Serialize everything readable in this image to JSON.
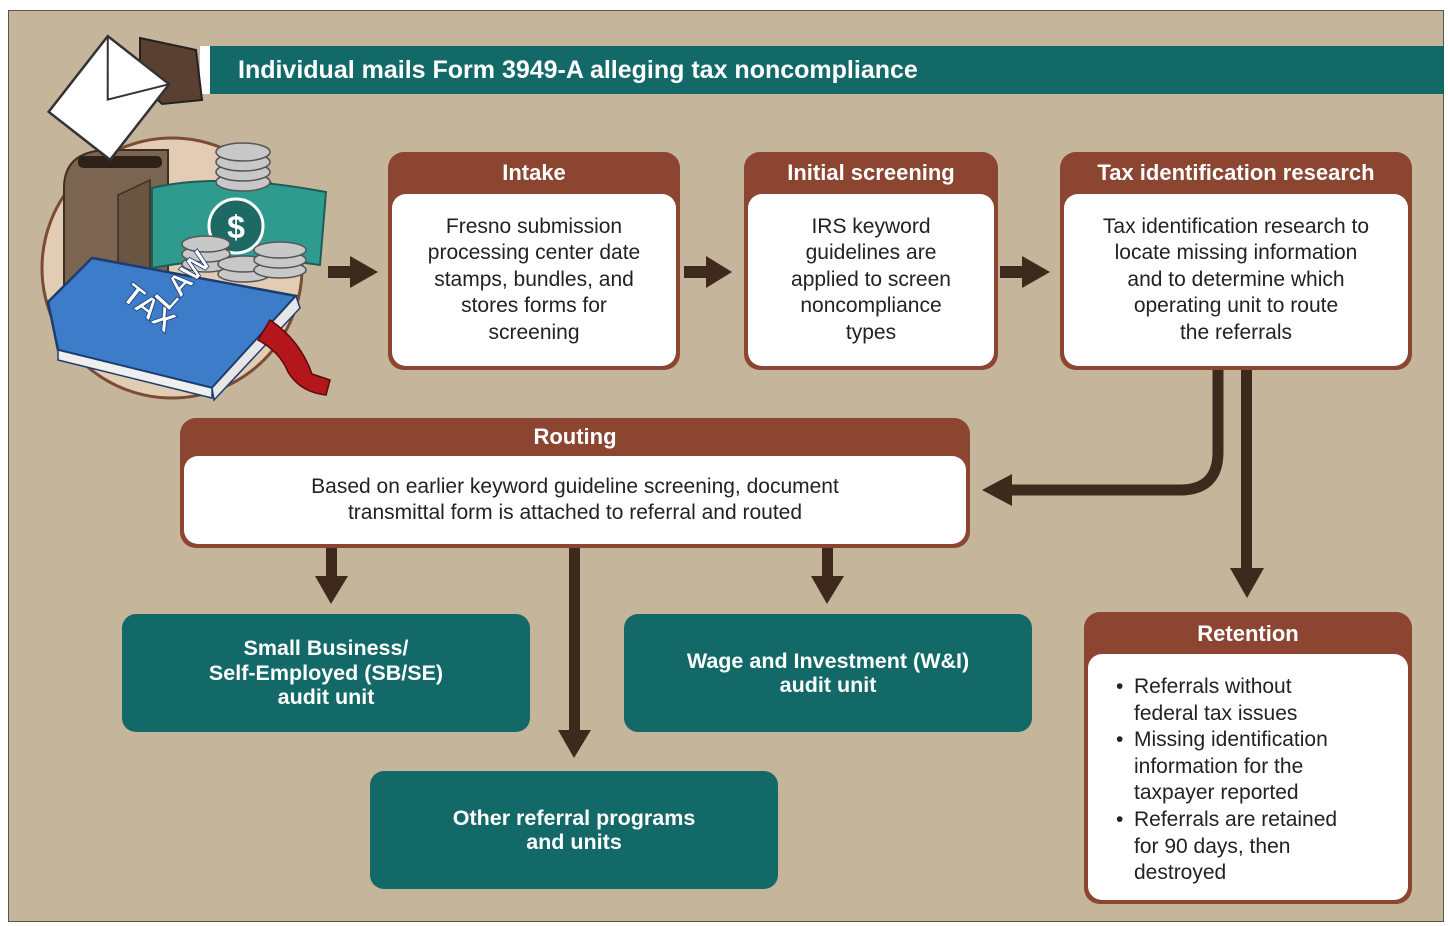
{
  "title": "Individual mails Form 3949-A alleging tax noncompliance",
  "illustration": {
    "book_text_1": "TAX",
    "book_text_2": "LAW",
    "currency_symbol": "$"
  },
  "steps": [
    {
      "id": "intake",
      "title": "Intake",
      "text": "Fresno submission\nprocessing center date\nstamps, bundles, and\nstores forms for\nscreening"
    },
    {
      "id": "screening",
      "title": "Initial screening",
      "text": "IRS keyword\nguidelines are\napplied to screen\nnoncompliance\ntypes"
    },
    {
      "id": "research",
      "title": "Tax identification research",
      "text": "Tax identification research to\nlocate missing information\nand to determine which\noperating unit to route\nthe referrals"
    },
    {
      "id": "routing",
      "title": "Routing",
      "text": "Based on earlier keyword guideline screening, document\ntransmittal form is attached to referral and routed"
    }
  ],
  "units": [
    {
      "id": "sbse",
      "text": "Small Business/\nSelf-Employed (SB/SE)\naudit unit"
    },
    {
      "id": "wi",
      "text": "Wage and Investment (W&I)\naudit unit"
    },
    {
      "id": "other",
      "text": "Other referral programs\nand units"
    }
  ],
  "retention": {
    "title": "Retention",
    "items": [
      "Referrals without\nfederal tax issues",
      "Missing identification\ninformation for the\ntaxpayer reported",
      "Referrals are retained\nfor 90 days, then\ndestroyed"
    ]
  },
  "colors": {
    "background": "#c4b59b",
    "teal": "#136968",
    "brown_header": "#8b4531",
    "arrow": "#3d2a1c"
  }
}
